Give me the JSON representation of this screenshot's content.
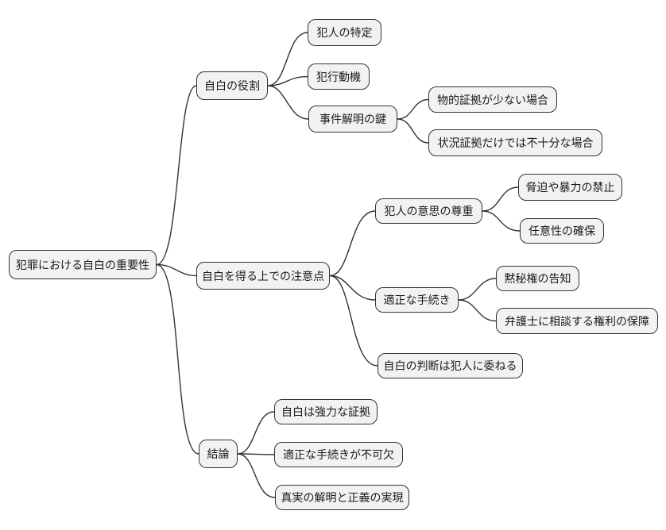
{
  "mindmap": {
    "title": "犯罪における自白の重要性",
    "root": {
      "label": "犯罪における自白の重要性"
    },
    "branches": [
      {
        "label": "自白の役割",
        "children": [
          {
            "label": "犯人の特定",
            "children": []
          },
          {
            "label": "犯行動機",
            "children": []
          },
          {
            "label": "事件解明の鍵",
            "children": [
              {
                "label": "物的証拠が少ない場合"
              },
              {
                "label": "状況証拠だけでは不十分な場合"
              }
            ]
          }
        ]
      },
      {
        "label": "自白を得る上での注意点",
        "children": [
          {
            "label": "犯人の意思の尊重",
            "children": [
              {
                "label": "脅迫や暴力の禁止"
              },
              {
                "label": "任意性の確保"
              }
            ]
          },
          {
            "label": "適正な手続き",
            "children": [
              {
                "label": "黙秘権の告知"
              },
              {
                "label": "弁護士に相談する権利の保障"
              }
            ]
          },
          {
            "label": "自白の判断は犯人に委ねる",
            "children": []
          }
        ]
      },
      {
        "label": "結論",
        "children": [
          {
            "label": "自白は強力な証拠",
            "children": []
          },
          {
            "label": "適正な手続きが不可欠",
            "children": []
          },
          {
            "label": "真実の解明と正義の実現",
            "children": []
          }
        ]
      }
    ],
    "style": {
      "background": "#ffffff",
      "node_fill": "#f2f2f2",
      "node_border": "#333333",
      "edge_color": "#333333",
      "text_color": "#1a1a1a"
    }
  }
}
